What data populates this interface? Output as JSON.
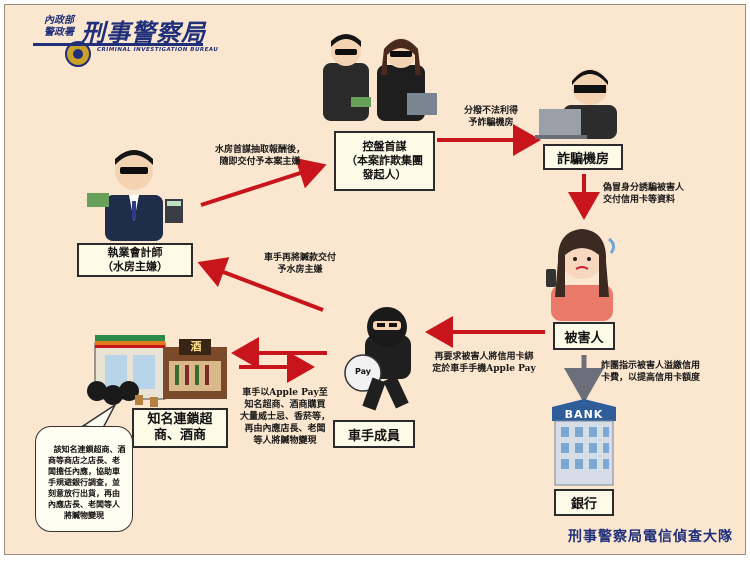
{
  "header": {
    "agency_line1": "內政部",
    "agency_line2": "警政署",
    "title": "刑事警察局",
    "subtitle": "CRIMINAL INVESTIGATION BUREAU"
  },
  "nodes": {
    "mastermind": "控盤首謀\n（本案詐欺集團\n發起人）",
    "fraud_office": "詐騙機房",
    "accountant": "執業會計師\n（水房主嫌）",
    "victim": "被害人",
    "runner": "車手成員",
    "stores": "知名連鎖超\n商、酒商",
    "bank": "銀行"
  },
  "edges": {
    "mastermind_to_office": "分撥不法利得\n予詐騙機房",
    "accountant_to_mastermind": "水房首謀抽取報酬後，\n隨即交付予本案主嫌",
    "office_to_victim": "偽冒身分誘騙被害人\n交付信用卡等資料",
    "runner_to_accountant": "車手再將贓款交付\n予水房主嫌",
    "victim_to_runner": "再要求被害人將信用卡綁\n定於車手手機Apple Pay",
    "victim_to_bank": "詐團指示被害人溢繳信用\n卡費，以提高信用卡額度",
    "runner_to_stores": "車手以Apple Pay至\n知名超商、酒商購買\n大量威士忌、香菸等，\n再由內應店長、老闆\n等人將贓物變現"
  },
  "callout": "該知名連鎖超商、酒\n商等商店之店長、老\n闆擔任內應，協助車\n手規避銀行調查，並\n刻意放行出貨，再由\n內應店長、老闆等人\n將贓物變現",
  "scene": {
    "wine_sign": "酒",
    "pay_label": "Pay",
    "bank_sign": "BANK"
  },
  "footer": "刑事警察局電信偵查大隊",
  "colors": {
    "background": "#fbe6cf",
    "arrow": "#c8151c",
    "box_border": "#2b2b2b",
    "box_fill": "#fdfbe8",
    "footer": "#1f2f7a",
    "bank_arrow": "#6b6f7a"
  }
}
